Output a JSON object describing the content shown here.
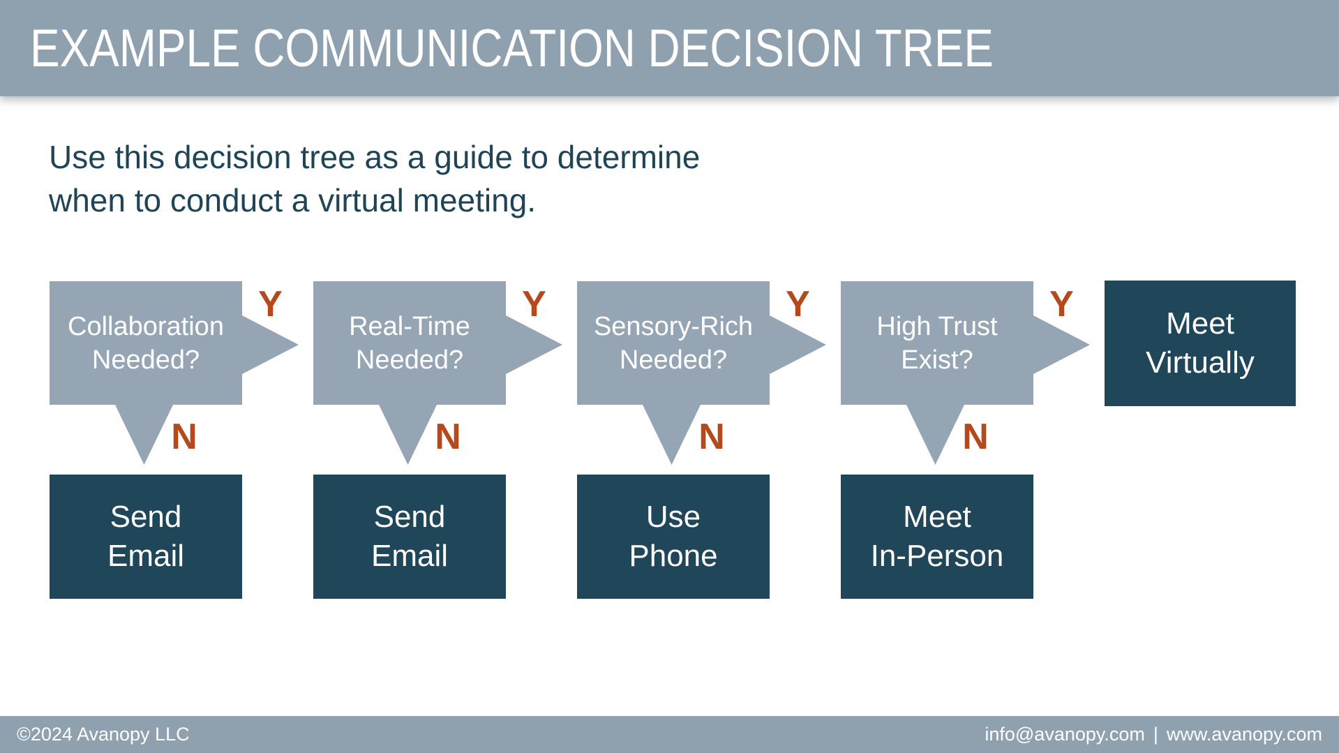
{
  "slide": {
    "title": "EXAMPLE COMMUNICATION DECISION TREE",
    "intro": {
      "line1": "Use this decision tree as a guide to determine",
      "line2": "when to conduct a virtual meeting."
    },
    "footer": {
      "copyright": "©2024 Avanopy LLC",
      "email": "info@avanopy.com",
      "separator": "|",
      "website": "www.avanopy.com"
    }
  },
  "tree": {
    "yes_label": "Y",
    "no_label": "N",
    "questions": [
      {
        "line1": "Collaboration",
        "line2": "Needed?",
        "no_result": {
          "line1": "Send",
          "line2": "Email"
        }
      },
      {
        "line1": "Real-Time",
        "line2": "Needed?",
        "no_result": {
          "line1": "Send",
          "line2": "Email"
        }
      },
      {
        "line1": "Sensory-Rich",
        "line2": "Needed?",
        "no_result": {
          "line1": "Use",
          "line2": "Phone"
        }
      },
      {
        "line1": "High Trust",
        "line2": "Exist?",
        "no_result": {
          "line1": "Meet",
          "line2": "In-Person"
        }
      }
    ],
    "final_result": {
      "line1": "Meet",
      "line2": "Virtually"
    }
  },
  "colors": {
    "bar": "#8FA0AF",
    "question_box": "#96A5B4",
    "result_box": "#1F4659",
    "accent_yn": "#B3491D",
    "intro_text": "#1E4456"
  }
}
